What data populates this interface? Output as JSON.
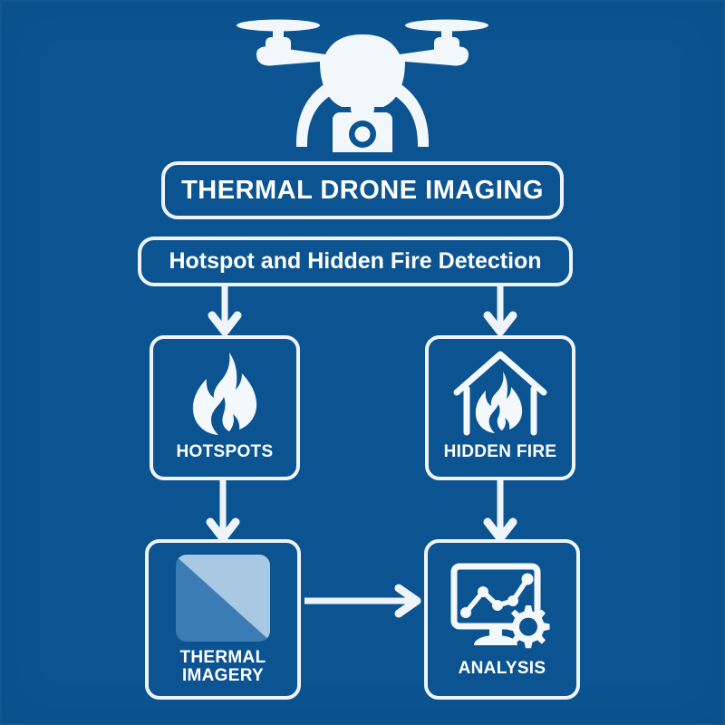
{
  "diagram": {
    "title": "Thermal Drone Imaging Flowchart",
    "background_color": "#0b5491",
    "line_color": "#eef4fa",
    "text_color": "#ffffff"
  },
  "header": {
    "drone_icon": "drone-with-camera-icon",
    "title": "THERMAL DRONE IMAGING",
    "subtitle": "Hotspot and Hidden Fire Detection"
  },
  "nodes": [
    {
      "id": "hotspots",
      "label": "HOTSPOTS",
      "icon": "flame-icon",
      "row": "middle",
      "column": "left"
    },
    {
      "id": "hidden-fire",
      "label": "HIDDEN FIRE",
      "icon": "house-with-flame-icon",
      "row": "middle",
      "column": "right"
    },
    {
      "id": "thermal-imagery",
      "label": "THERMAL\nIMAGERY",
      "icon": "thermal-gradient-tile-icon",
      "row": "bottom",
      "column": "left",
      "colors": {
        "cool": "#3b7cb4",
        "warm": "#a9c9e2"
      }
    },
    {
      "id": "analysis",
      "label": "ANALYSIS",
      "icon": "monitor-chart-gear-icon",
      "row": "bottom",
      "column": "right"
    }
  ],
  "connectors": [
    {
      "from": "subtitle",
      "to": "hotspots",
      "direction": "down",
      "arrowhead": true
    },
    {
      "from": "subtitle",
      "to": "hidden-fire",
      "direction": "down",
      "arrowhead": true
    },
    {
      "from": "hotspots",
      "to": "thermal-imagery",
      "direction": "down",
      "arrowhead": true
    },
    {
      "from": "hidden-fire",
      "to": "analysis",
      "direction": "down",
      "arrowhead": true
    },
    {
      "from": "thermal-imagery",
      "to": "analysis",
      "direction": "right",
      "arrowhead": true
    }
  ]
}
